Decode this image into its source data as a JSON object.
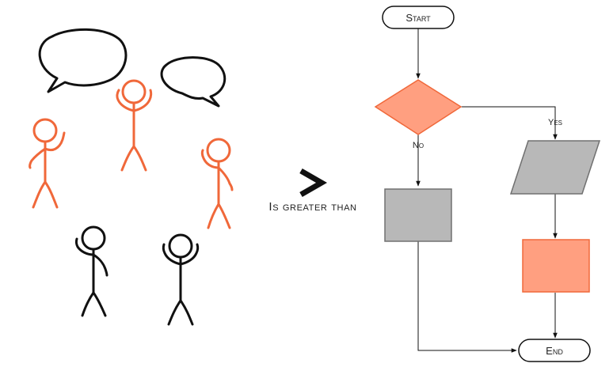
{
  "comparison": {
    "symbol": ">",
    "caption": "Is greater than"
  },
  "flowchart": {
    "start_label": "Start",
    "end_label": "End",
    "yes_label": "Yes",
    "no_label": "No"
  },
  "illustration": {
    "orange_figures": 3,
    "black_figures": 2,
    "speech_bubbles": 2
  },
  "colors": {
    "accent": "#F0683A",
    "shape_fill_accent": "#FF9F80",
    "shape_fill_gray": "#B8B8B8",
    "ink": "#111111"
  }
}
